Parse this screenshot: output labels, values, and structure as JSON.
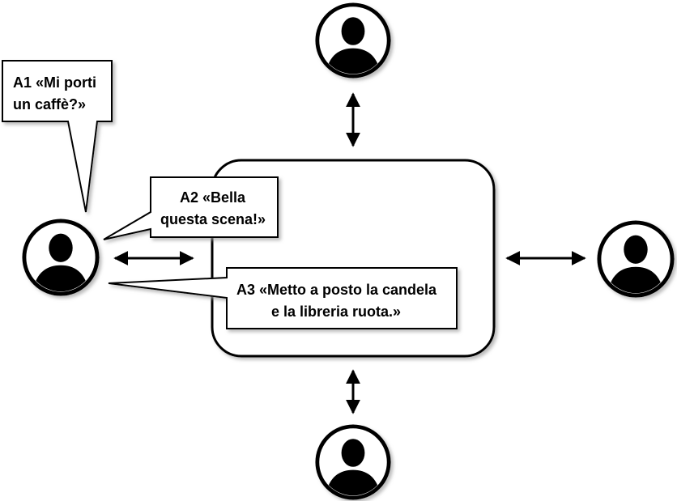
{
  "colors": {
    "stroke": "#000000",
    "fill": "#ffffff",
    "shadow": "#bdbdbd",
    "avatar": "#000000"
  },
  "avatars": [
    {
      "id": "top",
      "icon": "person-icon"
    },
    {
      "id": "left",
      "icon": "person-icon"
    },
    {
      "id": "right",
      "icon": "person-icon"
    },
    {
      "id": "bottom",
      "icon": "person-icon"
    }
  ],
  "bubbles": {
    "a1": {
      "line1": "A1 «Mi porti",
      "line2": "un caffè?»"
    },
    "a2": {
      "line1": "A2 «Bella",
      "line2": "questa scena!»"
    },
    "a3": {
      "line1": "A3 «Metto a posto la candela",
      "line2": "e la libreria ruota.»"
    }
  }
}
